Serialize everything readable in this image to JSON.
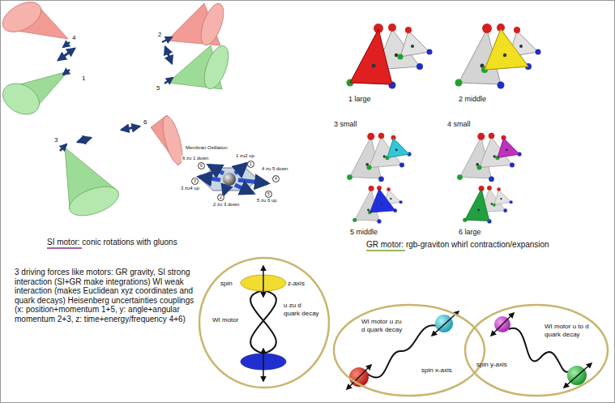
{
  "diagram": {
    "nodes": [
      {
        "text": [
          "spin",
          "z-axis",
          "WI motor",
          "u zu d quark decay"
        ]
      },
      {
        "text": [
          "WI motor u zu d quark decay",
          "spin x-axis"
        ]
      },
      {
        "text": [
          "WI motor u to d quark decay",
          "spin y-axis"
        ]
      }
    ],
    "labels": [
      "4",
      "2",
      "1",
      "5",
      "6",
      "3",
      "Membran Osillation",
      "6 zu 1 down",
      "1 zu2 up",
      "4 zu 5 down",
      "3 zu4 up",
      "2 zu 3 down",
      "5 zu 6 up",
      "1",
      "6",
      "4",
      "3",
      "2",
      "5",
      "SI motor: conic rotations with gluons",
      "1 large",
      "2 middle",
      "3 small",
      "4 small",
      "5 middle",
      "6 large",
      "GR motor: rgb-graviton whirl contraction/expansion",
      "3 driving forces like motors: GR gravity, SI strong interaction (SI+GR make integrations) WI weak interaction (makes Euclidean xyz coordinates and quark decays) Heisenberg uncertainties couplings (x: position+momentum 1+5, y: angle+angular momentum 2+3, z: time+energy/frequency 4+6)"
    ]
  }
}
